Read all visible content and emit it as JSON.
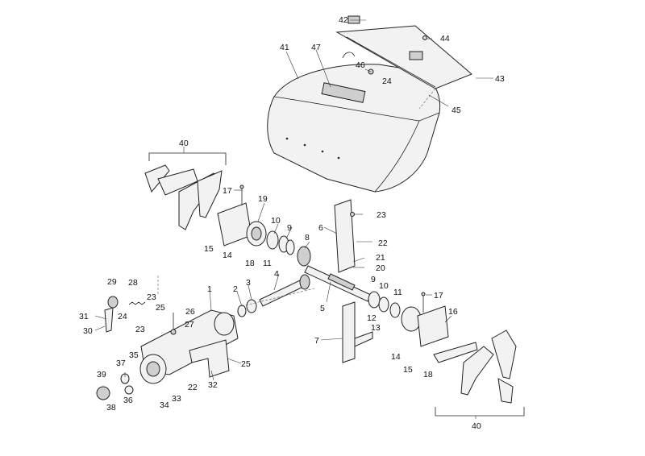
{
  "colors": {
    "background": "#ffffff",
    "line": "#222222",
    "part_fill": "#f2f2f2",
    "shade": "#cfcfcf"
  },
  "labels": {
    "n1": "1",
    "n2": "2",
    "n3": "3",
    "n4": "4",
    "n5": "5",
    "n6": "6",
    "n7": "7",
    "n8": "8",
    "n9a": "9",
    "n9b": "9",
    "n10a": "10",
    "n10b": "10",
    "n11a": "11",
    "n11b": "11",
    "n12": "12",
    "n13": "13",
    "n14a": "14",
    "n14b": "14",
    "n15a": "15",
    "n15b": "15",
    "n16": "16",
    "n17a": "17",
    "n17b": "17",
    "n18a": "18",
    "n18b": "18",
    "n19": "19",
    "n20": "20",
    "n21": "21",
    "n22a": "22",
    "n22b": "22",
    "n23a": "23",
    "n23b": "23",
    "n23c": "23",
    "n24a": "24",
    "n24b": "24",
    "n25a": "25",
    "n25b": "25",
    "n26": "26",
    "n27": "27",
    "n28": "28",
    "n29": "29",
    "n30": "30",
    "n31": "31",
    "n32": "32",
    "n33": "33",
    "n34": "34",
    "n35": "35",
    "n36": "36",
    "n37": "37",
    "n38": "38",
    "n39": "39",
    "n40a": "40",
    "n40b": "40",
    "n41": "41",
    "n42": "42",
    "n43": "43",
    "n44": "44",
    "n45": "45",
    "n46": "46",
    "n47": "47"
  }
}
